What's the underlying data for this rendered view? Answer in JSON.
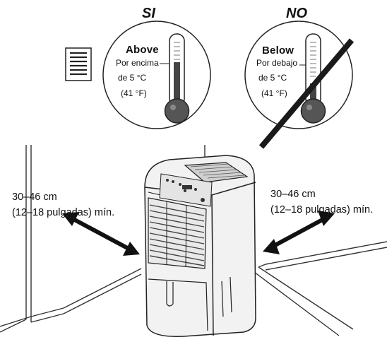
{
  "headings": {
    "yes": "SI",
    "no": "NO"
  },
  "left_circle": {
    "title": "Above",
    "line1": "Por encima",
    "line2": "de 5 °C",
    "line3": "(41 °F)"
  },
  "right_circle": {
    "title": "Below",
    "line1": "Por debajo",
    "line2": "de 5 °C",
    "line3": "(41 °F)"
  },
  "left_distance": {
    "line1": "30–46 cm",
    "line2": "(12–18 pulgadas) mín."
  },
  "right_distance": {
    "line1": "30–46 cm",
    "line2": "(12–18 pulgadas) mín."
  },
  "icons": [
    "document-icon",
    "thermometer-icon",
    "prohibited-slash",
    "dehumidifier",
    "double-arrow"
  ]
}
